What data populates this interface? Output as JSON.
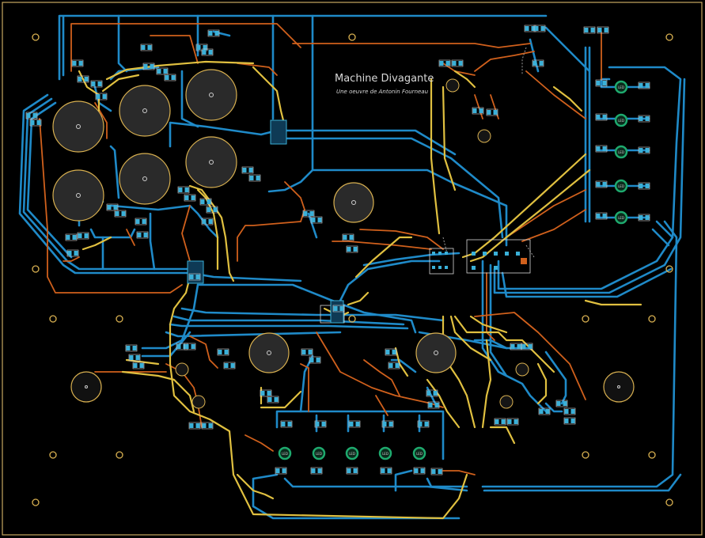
{
  "board": {
    "title": "Machine Divagante",
    "subtitle": "Une oeuvre de Antonin Fourneau",
    "led_label": "LED"
  },
  "colors": {
    "background": "#000000",
    "outline": "#c8a860",
    "trace_blue": "#1f8ac8",
    "trace_orange": "#d0601c",
    "trace_yellow": "#e0c040",
    "pad_gold": "#d8b050",
    "pad_cyan": "#3ab0d8",
    "led_green": "#1eaa6e",
    "gray": "#9a9a9a"
  }
}
